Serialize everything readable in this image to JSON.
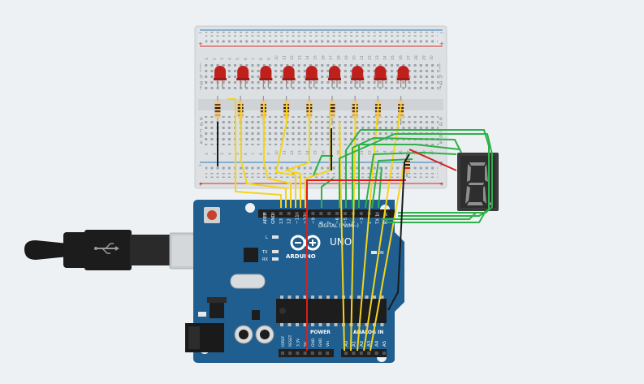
{
  "arduino": {
    "brand": "ARDUINO",
    "model": "UNO",
    "digital_label": "DIGITAL (PWM~)",
    "power_label": "POWER",
    "analog_label": "ANALOG IN",
    "on_label": "ON",
    "l_label": "L",
    "tx_label": "TX",
    "rx_label": "RX",
    "digital_pins": [
      "AREF",
      "GND",
      "13",
      "12",
      "~11",
      "~10",
      "~9",
      "8",
      "7",
      "~6",
      "~5",
      "4",
      "~3",
      "2",
      "TX 1",
      "RX 0"
    ],
    "power_pins": [
      "IOREF",
      "RESET",
      "3.3V",
      "5V",
      "GND",
      "GND",
      "Vin"
    ],
    "analog_pins": [
      "A0",
      "A1",
      "A2",
      "A3",
      "A4",
      "A5"
    ]
  },
  "breadboard": {
    "row_letters_top": [
      "j",
      "i",
      "h",
      "g",
      "f"
    ],
    "row_letters_bottom": [
      "e",
      "d",
      "c",
      "b",
      "a"
    ],
    "column_numbers": [
      "1",
      "2",
      "3",
      "4",
      "5",
      "6",
      "7",
      "8",
      "9",
      "10",
      "11",
      "12",
      "13",
      "14",
      "15",
      "16",
      "17",
      "18",
      "19",
      "20",
      "21",
      "22",
      "23",
      "24",
      "25",
      "26",
      "27",
      "28",
      "29",
      "30"
    ]
  },
  "components": {
    "leds": {
      "count": 9,
      "color": "#c0201c"
    },
    "seven_segment": {
      "digit": "8."
    },
    "usb_cable": {
      "color": "#1c1c1c"
    }
  },
  "colors": {
    "board": "#1f5e8e",
    "wire_yellow": "#f3d41c",
    "wire_green": "#2eb04a",
    "wire_red": "#d7201c",
    "wire_black": "#1b1b1b"
  }
}
